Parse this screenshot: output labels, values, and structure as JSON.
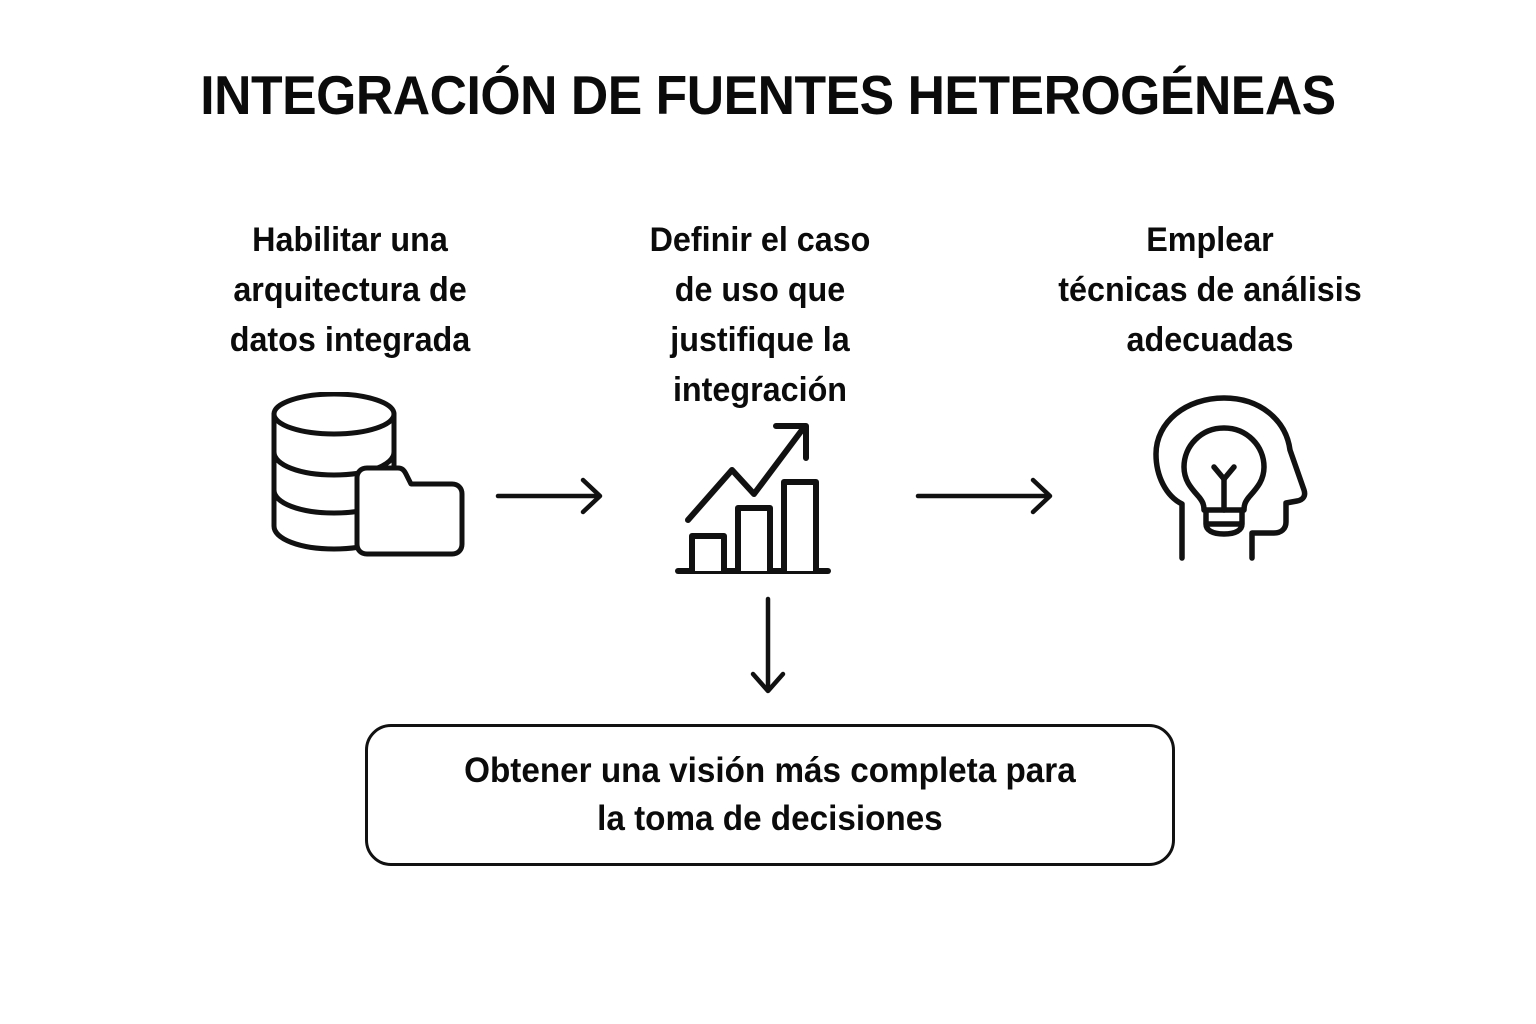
{
  "page": {
    "title": "INTEGRACIÓN DE FUENTES HETEROGÉNEAS",
    "background_color": "#ffffff",
    "ink_color": "#0b0b0b"
  },
  "steps": [
    {
      "id": "step-1",
      "label_lines": [
        "Habilitar una",
        "arquitectura de",
        "datos integrada"
      ],
      "label_full": "Habilitar una arquitectura de datos integrada",
      "icon": "database-folder-icon"
    },
    {
      "id": "step-2",
      "label_lines": [
        "Definir el caso",
        "de uso que",
        "justifique la",
        "integración"
      ],
      "label_full": "Definir el caso de uso que justifique la integración",
      "icon": "growth-bar-chart-icon"
    },
    {
      "id": "step-3",
      "label_lines": [
        "Emplear",
        "técnicas de análisis",
        "adecuadas"
      ],
      "label_full": "Emplear técnicas de análisis adecuadas",
      "icon": "head-lightbulb-icon"
    }
  ],
  "connectors": [
    {
      "id": "arrow-1",
      "icon": "arrow-right-icon",
      "from": "step-1",
      "to": "step-2"
    },
    {
      "id": "arrow-2",
      "icon": "arrow-right-icon",
      "from": "step-2",
      "to": "step-3"
    },
    {
      "id": "arrow-down",
      "icon": "arrow-down-icon",
      "from": "step-2",
      "to": "outcome"
    }
  ],
  "outcome": {
    "line1": "Obtener una visión más completa para",
    "line2": "la toma de decisiones",
    "text_full": "Obtener una visión más completa para la toma de decisiones"
  }
}
